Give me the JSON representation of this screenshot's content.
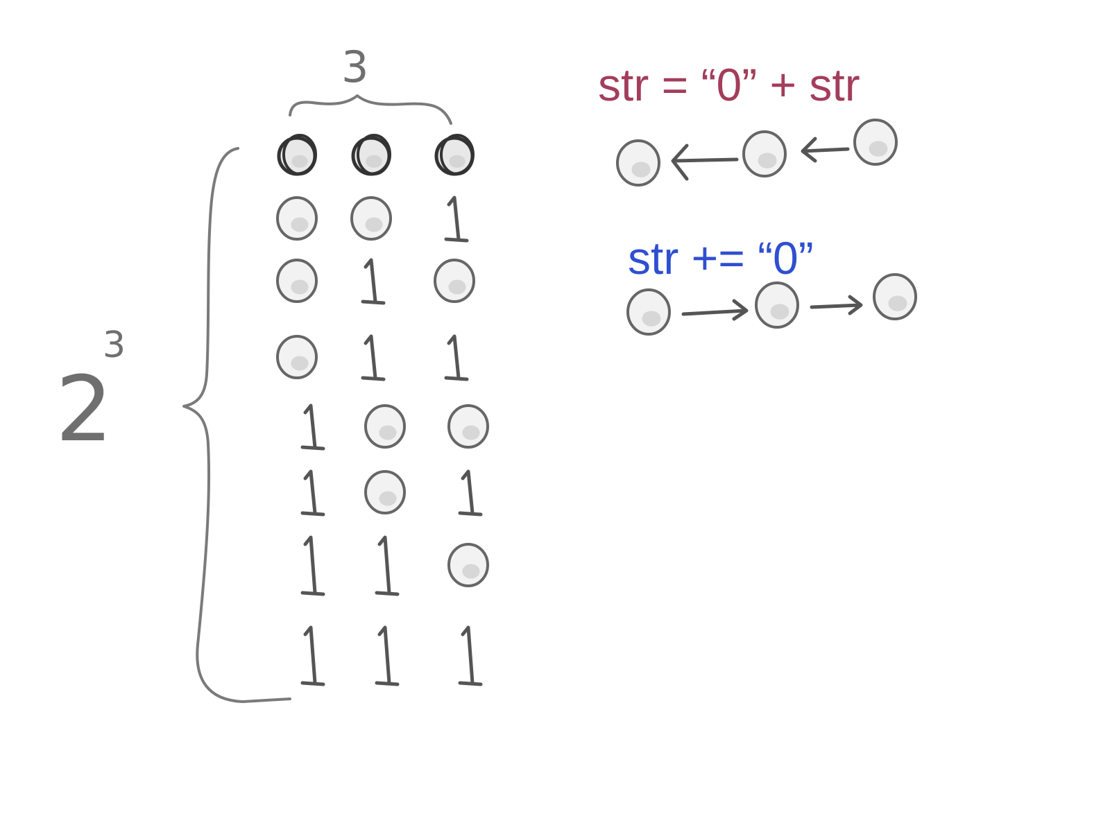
{
  "top_brace_label": "3",
  "side_label_base": "2",
  "side_label_exp": "3",
  "prepend_label": "str = “0” + str",
  "append_label": "str += “0”",
  "colors": {
    "prepend": "#a33d5b",
    "append": "#2f4fd1",
    "sketch": "#7a7a7a"
  },
  "table_rows": [
    [
      "0",
      "0",
      "0"
    ],
    [
      "0",
      "0",
      "1"
    ],
    [
      "0",
      "1",
      "0"
    ],
    [
      "0",
      "1",
      "1"
    ],
    [
      "1",
      "0",
      "0"
    ],
    [
      "1",
      "0",
      "1"
    ],
    [
      "1",
      "1",
      "0"
    ],
    [
      "1",
      "1",
      "1"
    ]
  ],
  "prepend_chain": [
    "0",
    "0",
    "0"
  ],
  "append_chain": [
    "0",
    "0",
    "0"
  ]
}
